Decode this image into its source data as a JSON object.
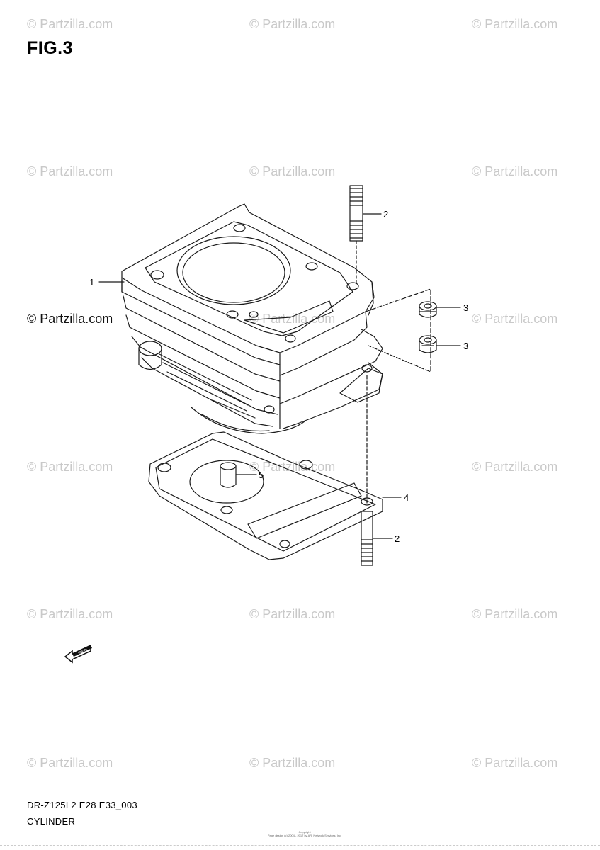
{
  "figure": {
    "title": "FIG.3",
    "code": "DR-Z125L2 E28 E33_003",
    "name": "CYLINDER"
  },
  "watermark": {
    "text": "© Partzilla.com"
  },
  "callouts": {
    "c1": "1",
    "c2_top": "2",
    "c3_top": "3",
    "c3_bottom": "3",
    "c4": "4",
    "c5": "5",
    "c2_bottom": "2"
  },
  "fwd_badge": {
    "text": "FWD"
  },
  "copyright": {
    "line1": "Copyright",
    "line2": "Page design (c) 2004 - 2017 by ARI Network Services, Inc."
  },
  "colors": {
    "line": "#1a1a1a",
    "watermark": "#c9c9c9",
    "background": "#ffffff"
  }
}
